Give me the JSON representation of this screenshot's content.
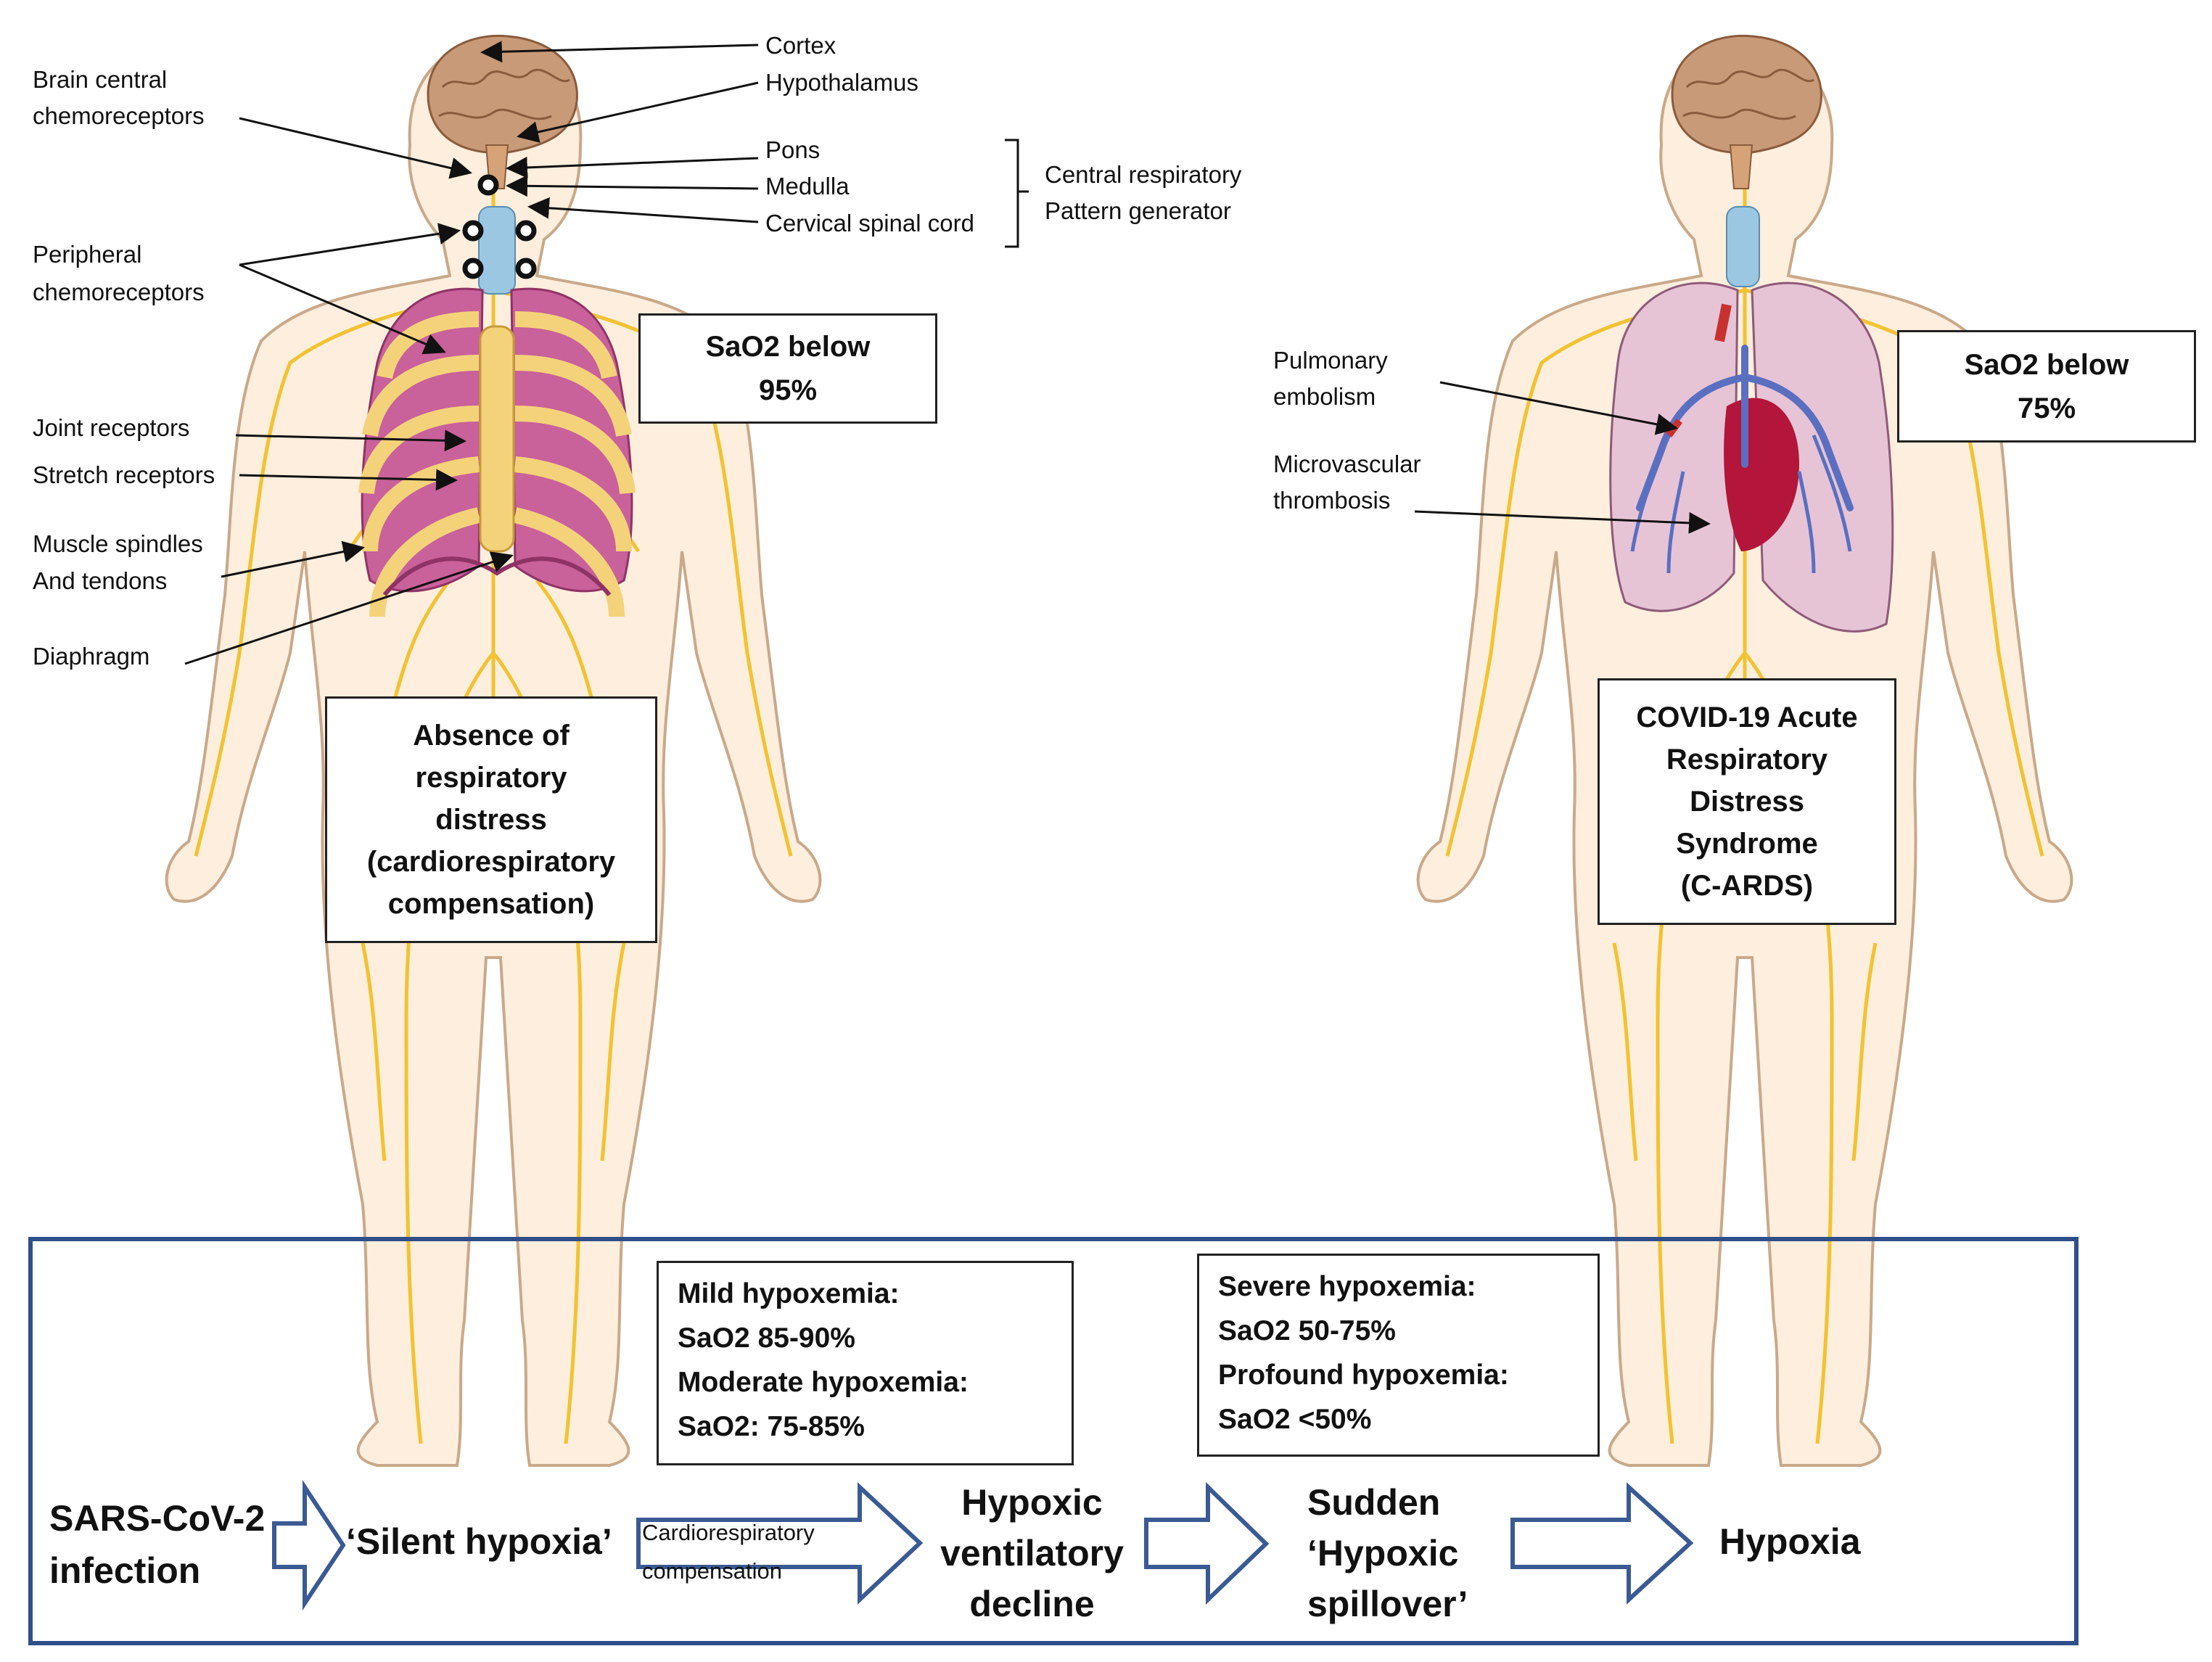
{
  "left_labels": {
    "cortex": "Cortex",
    "hypothalamus": "Hypothalamus",
    "brain_central": [
      "Brain central",
      "chemoreceptors"
    ],
    "pons": "Pons",
    "medulla": "Medulla",
    "cervical": "Cervical spinal  cord",
    "cpg": [
      "Central respiratory",
      "Pattern generator"
    ],
    "peripheral": [
      "Peripheral",
      "chemoreceptors"
    ],
    "joint": "Joint receptors",
    "stretch": "Stretch receptors",
    "muscle": [
      "Muscle spindles",
      "And tendons"
    ],
    "diaphragm": "Diaphragm"
  },
  "left_sao2": [
    "SaO2 below",
    "95%"
  ],
  "left_state": [
    "Absence of",
    "respiratory",
    "distress",
    "(cardiorespiratory",
    "compensation)"
  ],
  "right_labels": {
    "pe": [
      "Pulmonary",
      "embolism"
    ],
    "micro": [
      "Microvascular",
      "thrombosis"
    ]
  },
  "right_sao2": [
    "SaO2 below",
    "75%"
  ],
  "right_state": [
    "COVID-19 Acute",
    "Respiratory",
    "Distress",
    "Syndrome",
    "(C-ARDS)"
  ],
  "hypoxemia_mid": [
    "Mild hypoxemia:",
    "SaO2  85-90%",
    "Moderate hypoxemia:",
    "SaO2: 75-85%"
  ],
  "hypoxemia_right": [
    "Severe hypoxemia:",
    "SaO2 50-75%",
    "Profound hypoxemia:",
    "SaO2 <50%"
  ],
  "timeline": {
    "infection": [
      "SARS-CoV-2",
      "infection"
    ],
    "silent": "‘Silent hypoxia’",
    "compensation": [
      "Cardiorespiratory",
      "compensation"
    ],
    "decline": [
      "Hypoxic",
      "ventilatory",
      "decline"
    ],
    "spillover": [
      "Sudden",
      "‘Hypoxic",
      "spillover’"
    ],
    "hypoxia": "Hypoxia"
  },
  "colors": {
    "skin": "#fdeedd",
    "skin_outline": "#c9a98a",
    "nerve": "#f2c232",
    "brain": "#c89a78",
    "lung_left": "#c9619a",
    "lung_right": "#e6c4d6",
    "ribcage": "#f4d27a",
    "vessel_blue": "#5b6fc0",
    "vessel_red": "#c8322e",
    "trachea": "#9cc7e3",
    "frame": "#2f4f8a",
    "arrow": "#3a5a94"
  }
}
